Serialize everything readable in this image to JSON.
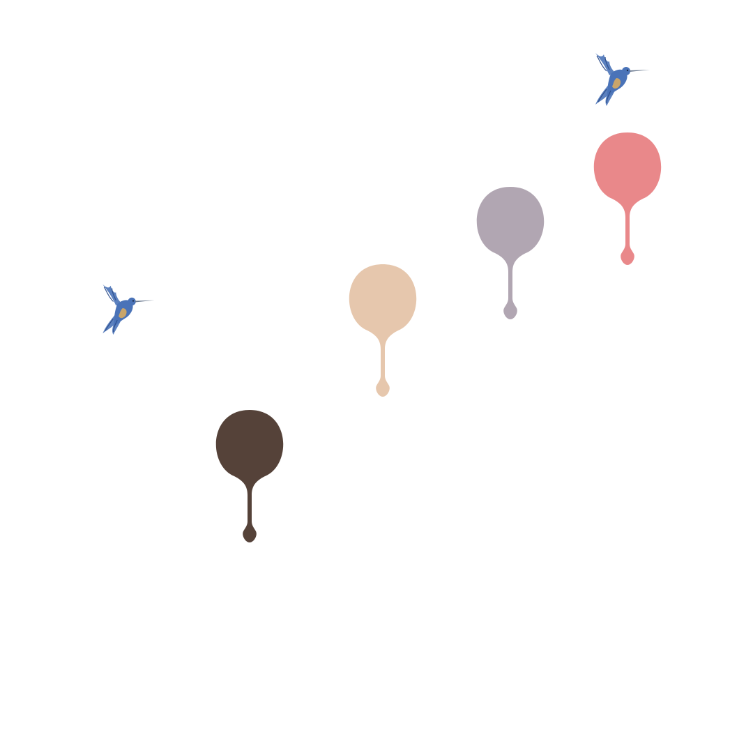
{
  "palette": {
    "background": "#ffffff"
  },
  "drops": [
    {
      "id": "drop-1",
      "color": "#554239"
    },
    {
      "id": "drop-2",
      "color": "#e6c7ad"
    },
    {
      "id": "drop-3",
      "color": "#b1a6b2"
    },
    {
      "id": "drop-4",
      "color": "#e9888a"
    }
  ],
  "birds": [
    {
      "id": "hummingbird-left",
      "icon": "hummingbird-icon",
      "color": "#4a73b8",
      "accent": "#c9a56a"
    },
    {
      "id": "hummingbird-right",
      "icon": "hummingbird-icon",
      "color": "#4a73b8",
      "accent": "#c9a56a"
    }
  ]
}
